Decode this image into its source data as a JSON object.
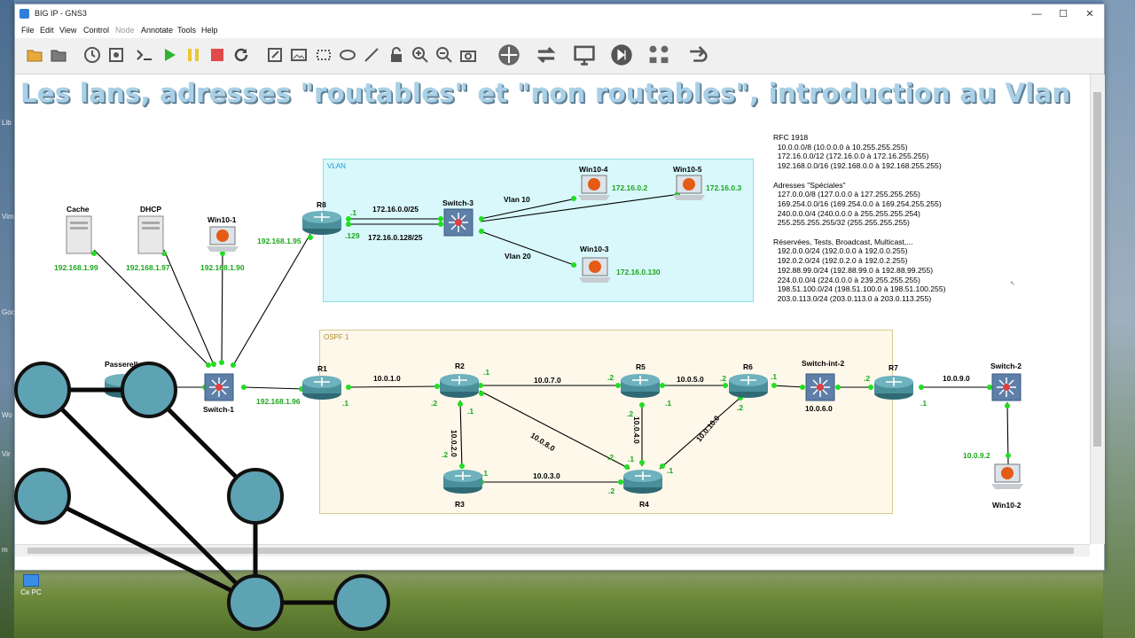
{
  "window": {
    "title": "BIG IP - GNS3",
    "minimize": "—",
    "maximize": "☐",
    "close": "✕"
  },
  "menu": [
    "File",
    "Edit",
    "View",
    "Control",
    "Node",
    "Annotate",
    "Tools",
    "Help"
  ],
  "menu_disabled": [
    "Node"
  ],
  "toolbar_icons": [
    "open-folder-icon",
    "folder-icon",
    "clock-icon",
    "snapshot-icon",
    "console-icon",
    "start-icon",
    "pause-icon",
    "stop-icon",
    "reload-icon",
    "edit-note-icon",
    "image-icon",
    "rectangle-icon",
    "ellipse-icon",
    "line-icon",
    "lock-icon",
    "zoom-in-icon",
    "zoom-out-icon",
    "camera-icon",
    "move-icon",
    "transfer-icon",
    "monitor-icon",
    "skip-icon",
    "network-icon",
    "redo-icon"
  ],
  "banner": "Les lans, adresses \"routables\" et \"non routables\", introduction au Vlan",
  "zones": {
    "vlan": "VLAN",
    "ospf": "OSPF 1"
  },
  "notes": "RFC 1918\n  10.0.0.0/8 (10.0.0.0 à 10.255.255.255)\n  172.16.0.0/12 (172.16.0.0 à 172.16.255.255)\n  192.168.0.0/16 (192.168.0.0 à 192.168.255.255)\n\nAdresses \"Spéciales\"\n  127.0.0.0/8 (127.0.0.0 à 127.255.255.255)\n  169.254.0.0/16 (169.254.0.0 à 169.254.255.255)\n  240.0.0.0/4 (240.0.0.0 à 255.255.255.254)\n  255.255.255.255/32 (255.255.255.255)\n\nRéservées, Tests, Broadcast, Multicast,...\n  192.0.0.0/24 (192.0.0.0 à 192.0.0.255)\n  192.0.2.0/24 (192.0.2.0 à 192.0.2.255)\n  192.88.99.0/24 (192.88.99.0 à 192.88.99.255)\n  224.0.0.0/4 (224.0.0.0 à 239.255.255.255)\n  198.51.100.0/24 (198.51.100.0 à 198.51.100.255)\n  203.0.113.0/24 (203.0.113.0 à 203.0.113.255)",
  "nodes": {
    "cache": "Cache",
    "dhcp": "DHCP",
    "win10_1": "Win10-1",
    "r8": "R8",
    "switch3": "Switch-3",
    "win10_4": "Win10-4",
    "win10_5": "Win10-5",
    "win10_3": "Win10-3",
    "passerelle": "Passerelle",
    "switch1": "Switch-1",
    "r1": "R1",
    "r2": "R2",
    "r5": "R5",
    "r6": "R6",
    "switch_int2": "Switch-int-2",
    "r7": "R7",
    "switch2": "Switch-2",
    "r3": "R3",
    "r4": "R4",
    "win10_2": "Win10-2"
  },
  "labels": {
    "cache_ip": "192.168.1.99",
    "dhcp_ip": "192.168.1.97",
    "win10_1_ip": "192.168.1.90",
    "r8_lan": "192.168.1.95",
    "r8_if1": ".1",
    "r8_if2": ".129",
    "net_172_0": "172.16.0.0/25",
    "net_172_128": "172.16.0.128/25",
    "vlan10": "Vlan 10",
    "vlan20": "Vlan 20",
    "win10_4_ip": "172.16.0.2",
    "win10_5_ip": "172.16.0.3",
    "win10_3_ip": "172.16.0.130",
    "r1_lan": "192.168.1.96",
    "r1_if": ".1",
    "net_10_1": "10.0.1.0",
    "r2_if1": ".1",
    "r2_if2": ".2",
    "r2_if3": ".1",
    "net_10_7": "10.0.7.0",
    "r5_if1": ".2",
    "r5_if2": ".1",
    "r5_if3": ".2",
    "net_10_5": "10.0.5.0",
    "r6_if1": ".2",
    "r6_if2": ".1",
    "r6_if3": ".2",
    "net_10_6": "10.0.6.0",
    "r7_if1": ".2",
    "r7_if2": ".1",
    "net_10_9": "10.0.9.0",
    "win10_2_ip": "10.0.9.2",
    "net_10_2": "10.0.2.0",
    "r3_if1": ".2",
    "r3_if2": ".1",
    "net_10_3": "10.0.3.0",
    "net_10_8": "10.0.8.0",
    "net_10_4": "10.0.4.0",
    "net_10_10": "10.0.10.0",
    "r4_if1": ".2",
    "r4_if2": ".1",
    "r4_if3": ".1",
    "r4_if4": ".2"
  },
  "desktop": {
    "this_pc": "Ce PC",
    "side_labels": [
      "Lib",
      "Vim",
      "Goo",
      "Wo",
      "Vir",
      "m"
    ]
  },
  "colors": {
    "link": "#000000",
    "port": "#22dd22",
    "ip_label": "#1ca61c",
    "vlan_fill": "#d8f8fb",
    "vlan_border": "#8fdde4",
    "ospf_fill": "#fdf8ea",
    "ospf_border": "#d8c98e",
    "router": "#4b8f9a",
    "banner": "#a9d0e6"
  }
}
